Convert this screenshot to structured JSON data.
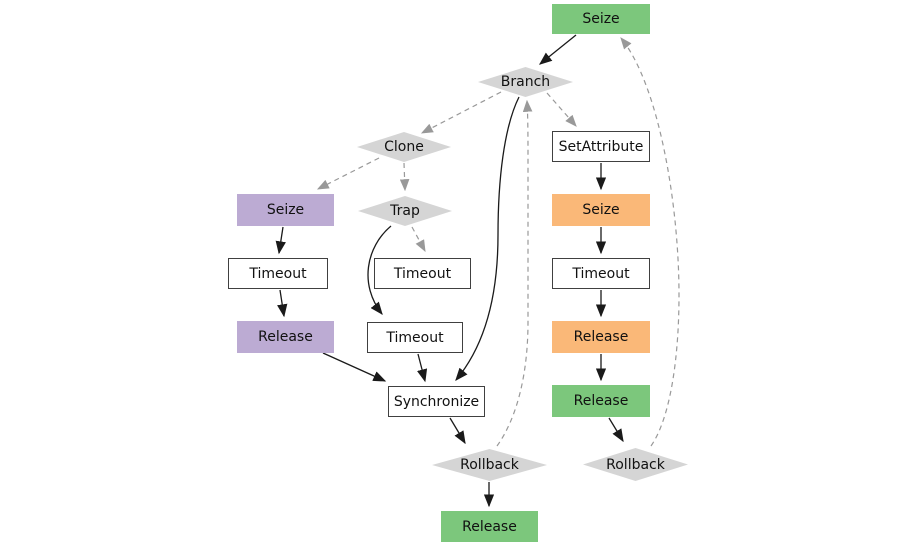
{
  "diagram": {
    "title": "trajectory-flowchart",
    "colors": {
      "green": "#7cc77c",
      "purple": "#bcabd3",
      "orange": "#fab878",
      "white": "#ffffff",
      "diamond": "#d5d5d5",
      "edge_solid": "#1a1a1a",
      "edge_dashed": "#999999"
    },
    "nodes": {
      "seize_top": {
        "label": "Seize",
        "shape": "box",
        "fill": "green"
      },
      "branch": {
        "label": "Branch",
        "shape": "diamond",
        "fill": "diamond"
      },
      "clone": {
        "label": "Clone",
        "shape": "diamond",
        "fill": "diamond"
      },
      "setattribute": {
        "label": "SetAttribute",
        "shape": "box",
        "fill": "white"
      },
      "seize_left": {
        "label": "Seize",
        "shape": "box",
        "fill": "purple"
      },
      "trap": {
        "label": "Trap",
        "shape": "diamond",
        "fill": "diamond"
      },
      "seize_right": {
        "label": "Seize",
        "shape": "box",
        "fill": "orange"
      },
      "timeout_left": {
        "label": "Timeout",
        "shape": "box",
        "fill": "white"
      },
      "timeout_mid_upper": {
        "label": "Timeout",
        "shape": "box",
        "fill": "white"
      },
      "timeout_right": {
        "label": "Timeout",
        "shape": "box",
        "fill": "white"
      },
      "release_left": {
        "label": "Release",
        "shape": "box",
        "fill": "purple"
      },
      "timeout_mid_lower": {
        "label": "Timeout",
        "shape": "box",
        "fill": "white"
      },
      "release_orange": {
        "label": "Release",
        "shape": "box",
        "fill": "orange"
      },
      "synchronize": {
        "label": "Synchronize",
        "shape": "box",
        "fill": "white"
      },
      "release_right": {
        "label": "Release",
        "shape": "box",
        "fill": "green"
      },
      "rollback_left": {
        "label": "Rollback",
        "shape": "diamond",
        "fill": "diamond"
      },
      "rollback_right": {
        "label": "Rollback",
        "shape": "diamond",
        "fill": "diamond"
      },
      "release_bottom": {
        "label": "Release",
        "shape": "box",
        "fill": "green"
      }
    },
    "edges": [
      {
        "from": "seize_top",
        "to": "branch",
        "style": "solid"
      },
      {
        "from": "branch",
        "to": "synchronize",
        "style": "solid"
      },
      {
        "from": "branch",
        "to": "clone",
        "style": "dashed"
      },
      {
        "from": "branch",
        "to": "setattribute",
        "style": "dashed"
      },
      {
        "from": "clone",
        "to": "seize_left",
        "style": "dashed"
      },
      {
        "from": "clone",
        "to": "trap",
        "style": "dashed"
      },
      {
        "from": "seize_left",
        "to": "timeout_left",
        "style": "solid"
      },
      {
        "from": "timeout_left",
        "to": "release_left",
        "style": "solid"
      },
      {
        "from": "release_left",
        "to": "synchronize",
        "style": "solid"
      },
      {
        "from": "trap",
        "to": "timeout_mid_upper",
        "style": "dashed"
      },
      {
        "from": "trap",
        "to": "timeout_mid_lower",
        "style": "solid"
      },
      {
        "from": "timeout_mid_lower",
        "to": "synchronize",
        "style": "solid"
      },
      {
        "from": "synchronize",
        "to": "rollback_left",
        "style": "solid"
      },
      {
        "from": "rollback_left",
        "to": "release_bottom",
        "style": "solid"
      },
      {
        "from": "rollback_left",
        "to": "branch",
        "style": "dashed"
      },
      {
        "from": "setattribute",
        "to": "seize_right",
        "style": "solid"
      },
      {
        "from": "seize_right",
        "to": "timeout_right",
        "style": "solid"
      },
      {
        "from": "timeout_right",
        "to": "release_orange",
        "style": "solid"
      },
      {
        "from": "release_orange",
        "to": "release_right",
        "style": "solid"
      },
      {
        "from": "release_right",
        "to": "rollback_right",
        "style": "solid"
      },
      {
        "from": "rollback_right",
        "to": "seize_top",
        "style": "dashed"
      }
    ]
  }
}
